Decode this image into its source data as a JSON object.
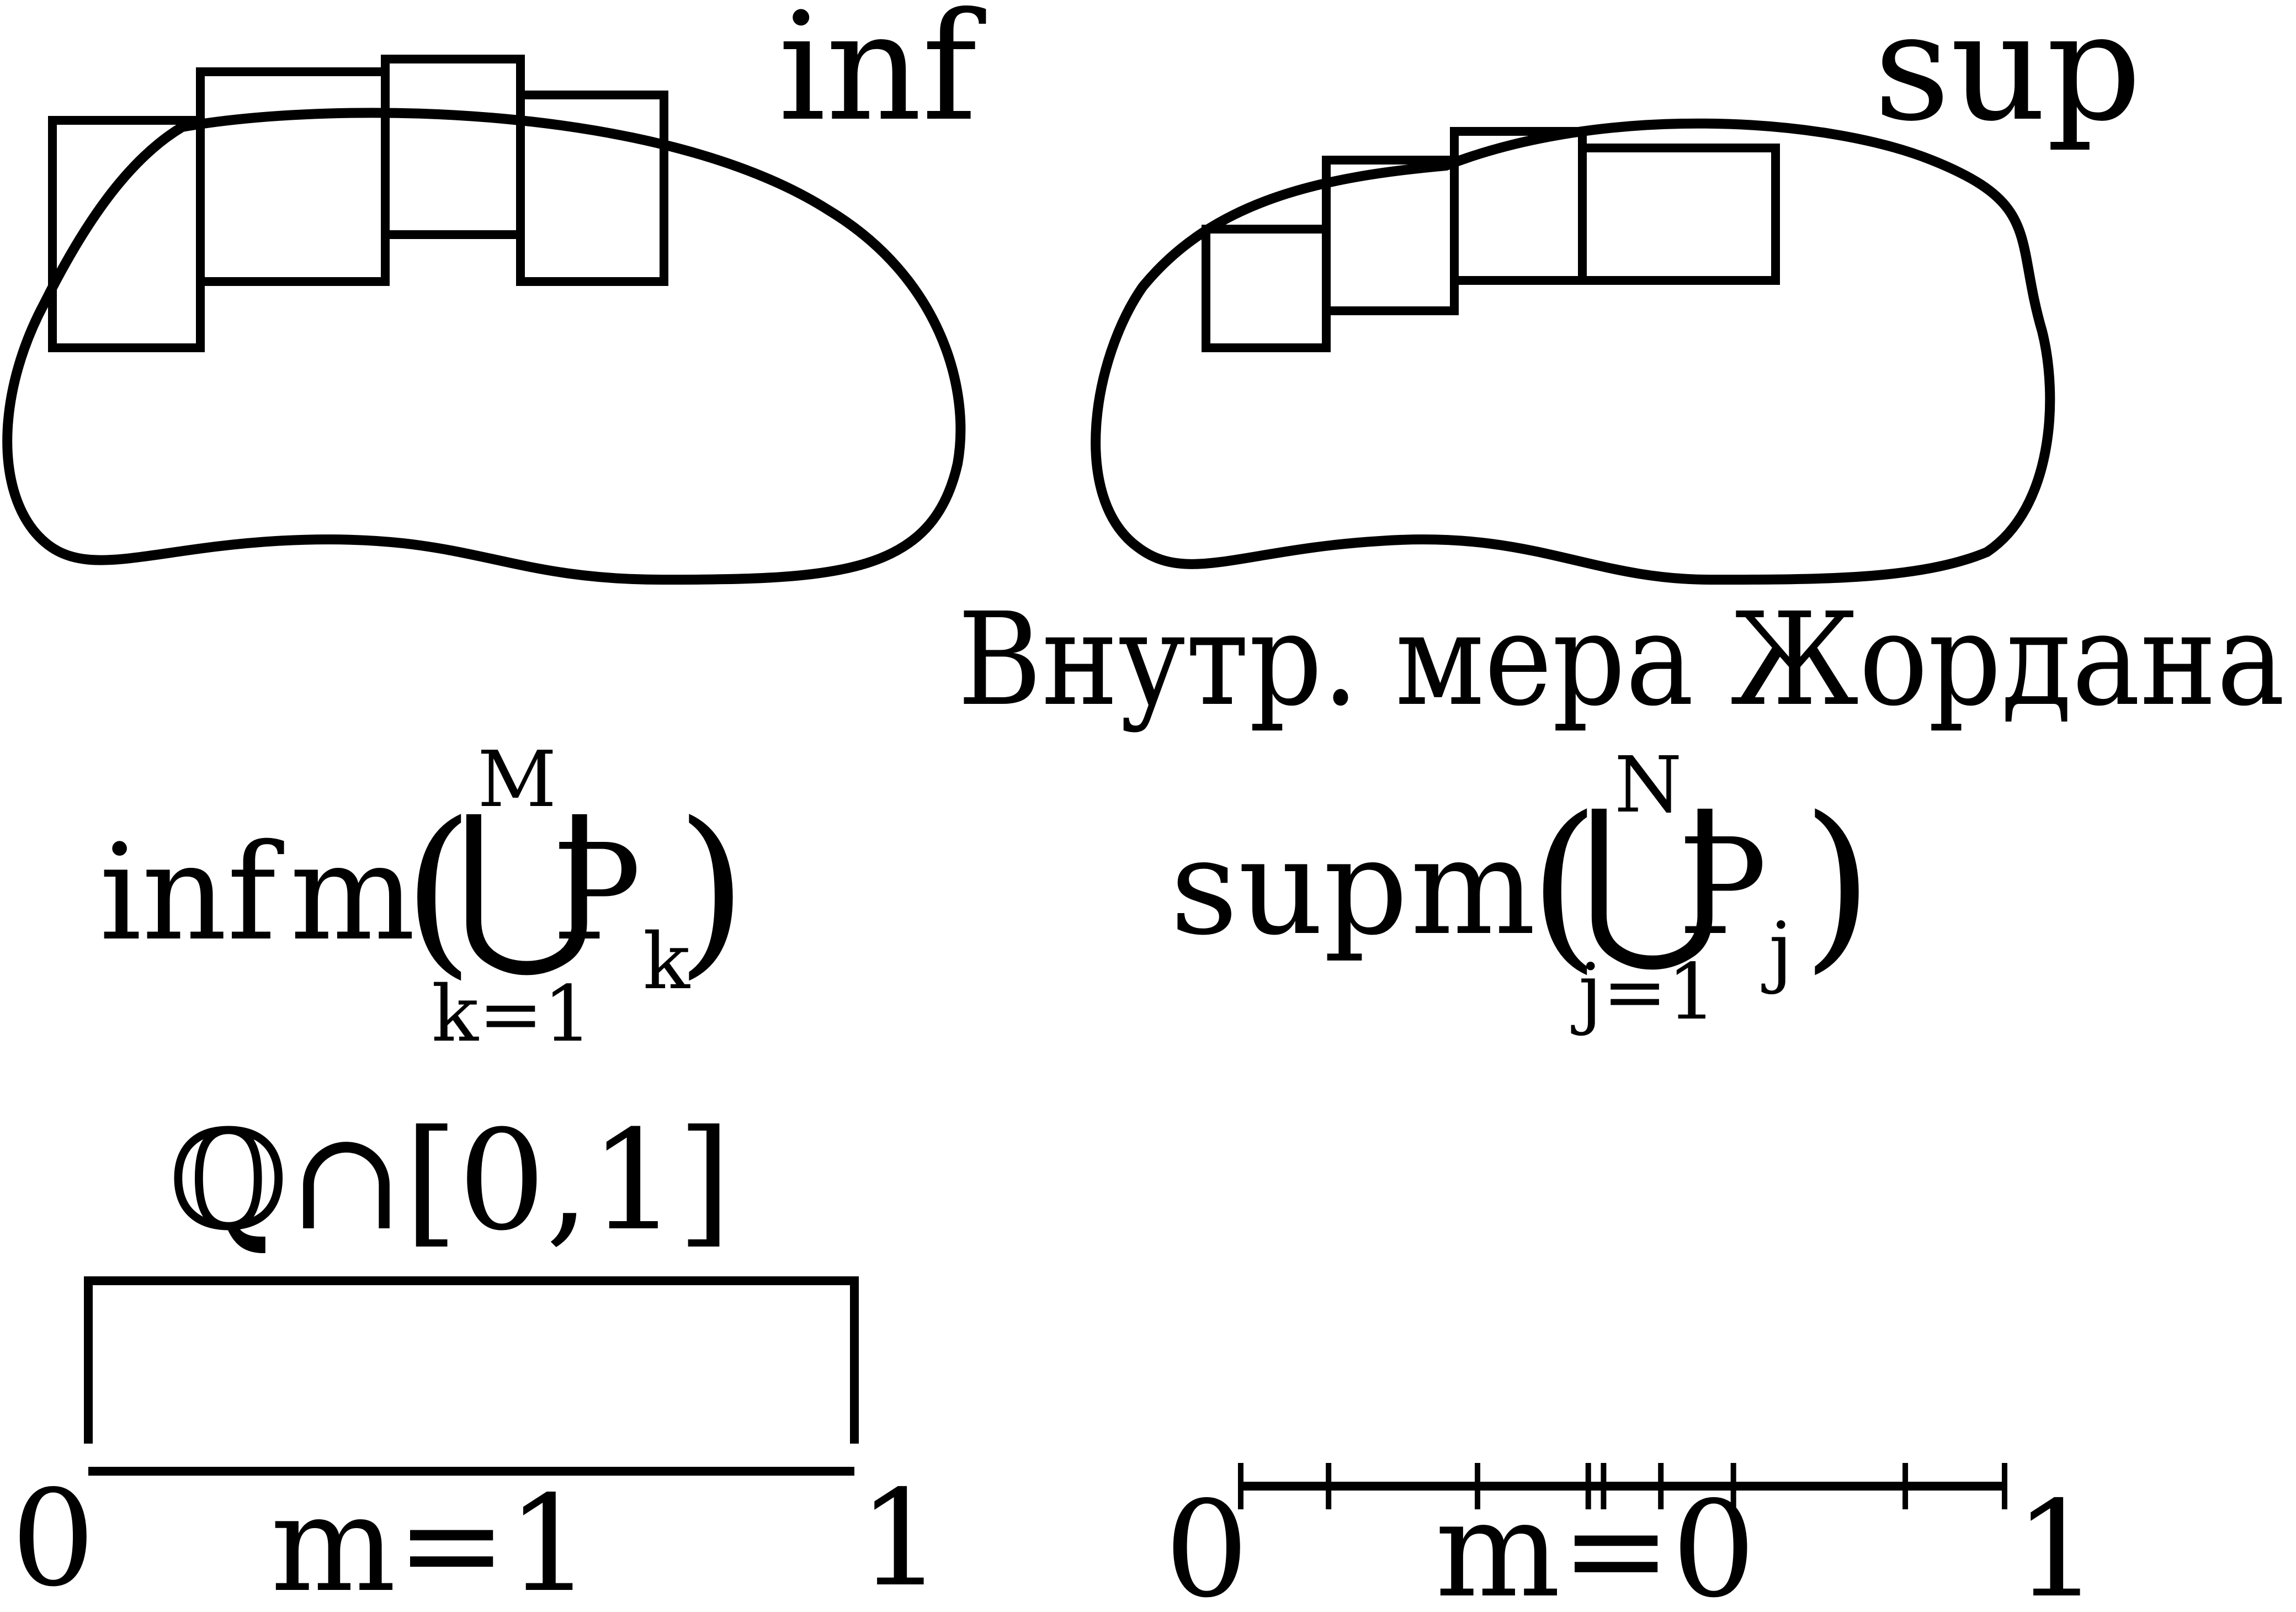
{
  "left_panel": {
    "label": "inf",
    "formula": {
      "operator": "inf",
      "func": "m",
      "open_paren": "(",
      "close_paren": ")",
      "union_symbol": "⋃",
      "upper_limit": "M",
      "lower_limit": "k=1",
      "term": "P",
      "subscript": "k"
    }
  },
  "right_panel": {
    "label": "sup",
    "caption": "Внутр. мера Жордана",
    "formula": {
      "operator": "sup",
      "func": "m",
      "open_paren": "(",
      "close_paren": ")",
      "union_symbol": "⋃",
      "upper_limit": "N",
      "lower_limit": "j=1",
      "term": "P",
      "subscript": "j"
    }
  },
  "bottom_left": {
    "set_label": "ℚ∩[0,1]",
    "left_end": "0",
    "right_end": "1",
    "measure": "m=1"
  },
  "bottom_right": {
    "left_end": "0",
    "right_end": "1",
    "measure": "m=0",
    "tick_positions": [
      0,
      0.115,
      0.31,
      0.455,
      0.475,
      0.55,
      0.645,
      0.87,
      1
    ]
  }
}
